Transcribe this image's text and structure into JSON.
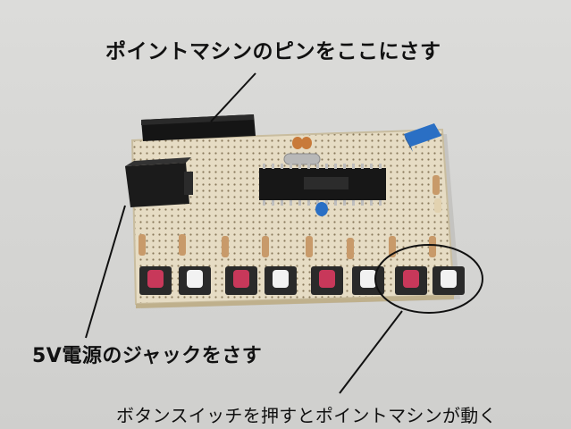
{
  "photo": {
    "description_icon": "breadboard-photo",
    "colors": {
      "background": "#d8d8d6",
      "board": "#e6dcc4",
      "chip": "#1a1a1a",
      "button_red": "#c8385a",
      "button_white": "#f2f2f2",
      "socket": "#141414",
      "dc_jack": "#1c1c1c",
      "connector_blue": "#2a6fc4"
    },
    "button_colors": [
      "red",
      "white",
      "red",
      "white",
      "red",
      "white",
      "red",
      "white"
    ]
  },
  "captions": {
    "top": "ポイントマシンのピンをここにさす",
    "jack": "5V電源のジャックをさす",
    "buttons": "ボタンスイッチを押すとポイントマシンが動く"
  }
}
